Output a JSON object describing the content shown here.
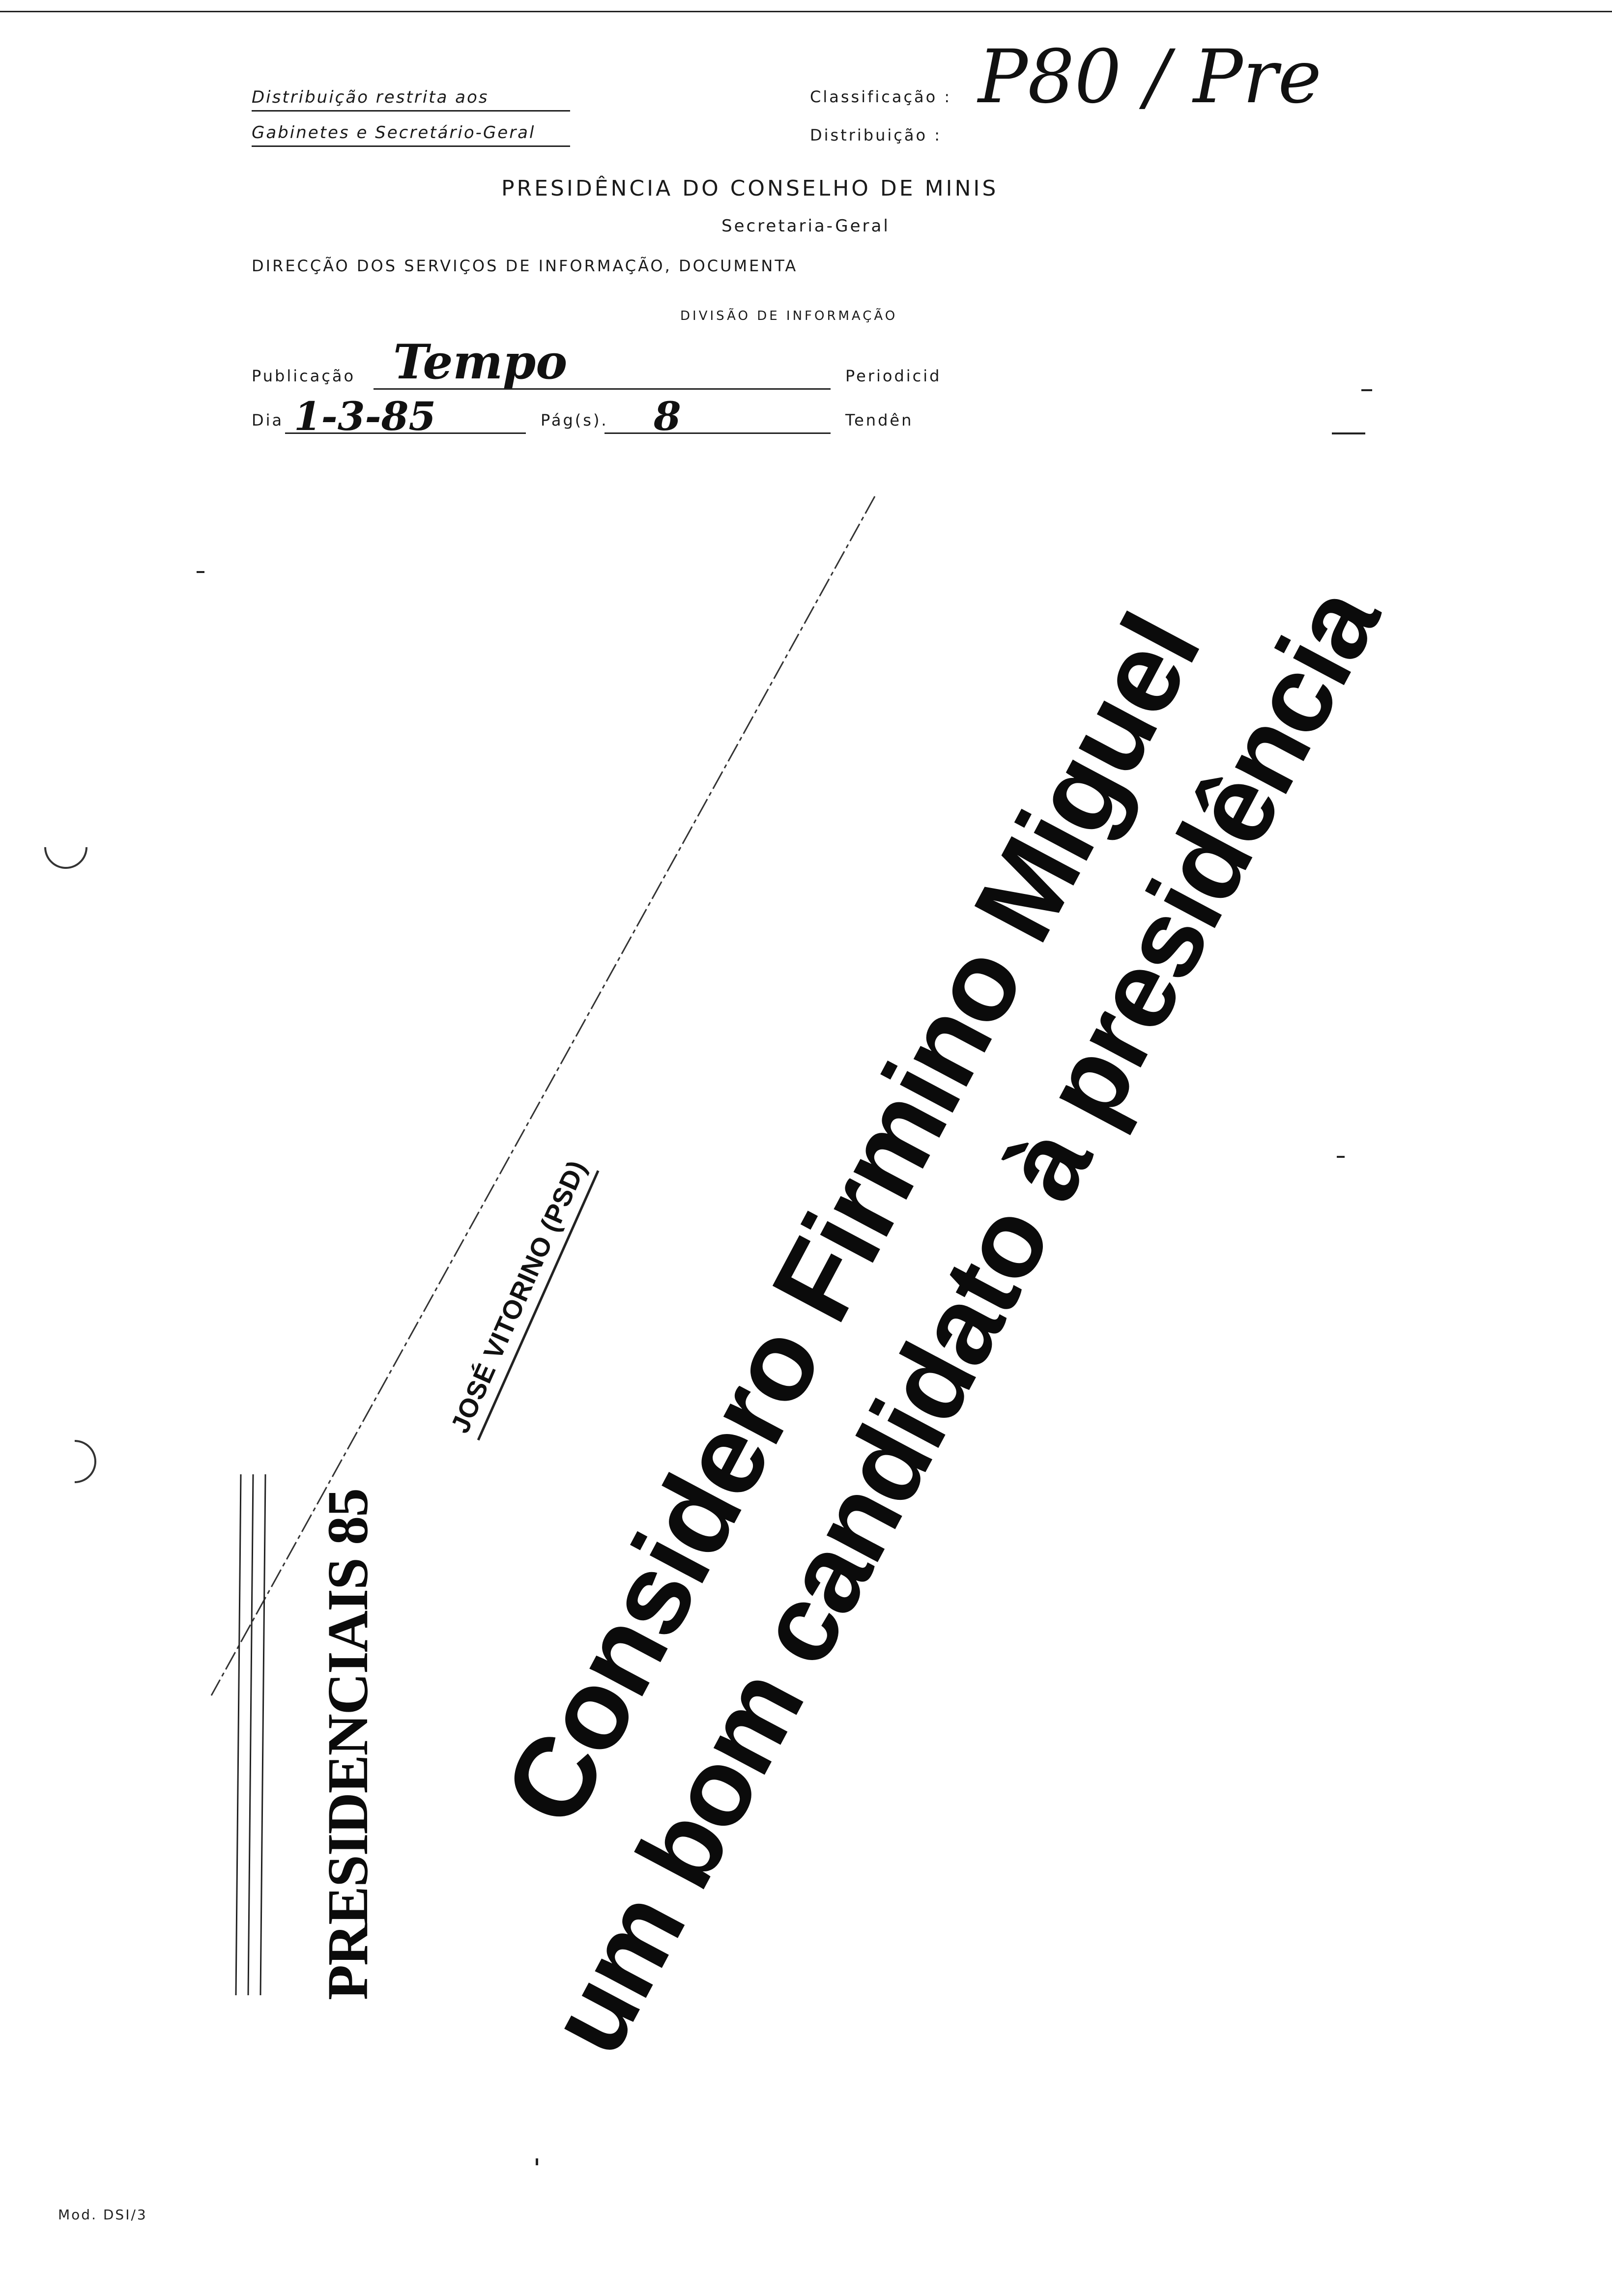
{
  "form": {
    "distribution_note_line1": "Distribuição restrita aos",
    "distribution_note_line2": "Gabinetes e Secretário-Geral",
    "classificacao_label": "Classificação :",
    "distribuicao_label": "Distribuição :",
    "title": "PRESIDÊNCIA DO CONSELHO DE MINIS",
    "subtitle": "Secretaria-Geral",
    "direccao": "DIRECÇÃO  DOS  SERVIÇOS  DE  INFORMAÇÃO,  DOCUMENTA",
    "divisao": "DIVISÃO DE INFORMAÇÃO",
    "publicacao_label": "Publicação",
    "publicacao_value": "Tempo",
    "periodicidade_label": "Periodicid",
    "dia_label": "Dia",
    "dia_value": "1-3-85",
    "pags_label": "Pág(s).",
    "pags_value": "8",
    "tendencia_label": "Tendên"
  },
  "annotations": {
    "top_right": "P80 / Pre"
  },
  "clipping": {
    "kicker": "PRESIDENCIAIS 85",
    "byline": "JOSÉ VITORINO (PSD)",
    "headline_line1": "Considero Firmino Miguel",
    "headline_line2": "um bom candidato à presidência"
  },
  "footer": {
    "model_code": "Mod. DSI/3"
  }
}
